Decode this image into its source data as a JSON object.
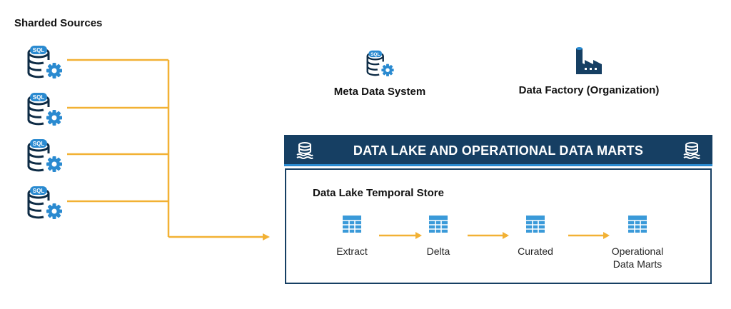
{
  "sources": {
    "title": "Sharded Sources",
    "items": [
      {
        "badge": "SQL"
      },
      {
        "badge": "SQL"
      },
      {
        "badge": "SQL"
      },
      {
        "badge": "SQL"
      }
    ]
  },
  "meta": {
    "label": "Meta Data System",
    "badge": "SQL"
  },
  "factory": {
    "label": "Data Factory (Organization)"
  },
  "banner": {
    "title": "DATA LAKE AND OPERATIONAL DATA MARTS"
  },
  "store": {
    "title": "Data Lake Temporal Store",
    "steps": [
      {
        "label": "Extract"
      },
      {
        "label": "Delta"
      },
      {
        "label": "Curated"
      },
      {
        "label_line1": "Operational",
        "label_line2": "Data Marts"
      }
    ]
  },
  "colors": {
    "navy": "#163f63",
    "accent_blue": "#2a8ad0",
    "connector": "#f2b134",
    "table_blue": "#3a9ad9"
  }
}
